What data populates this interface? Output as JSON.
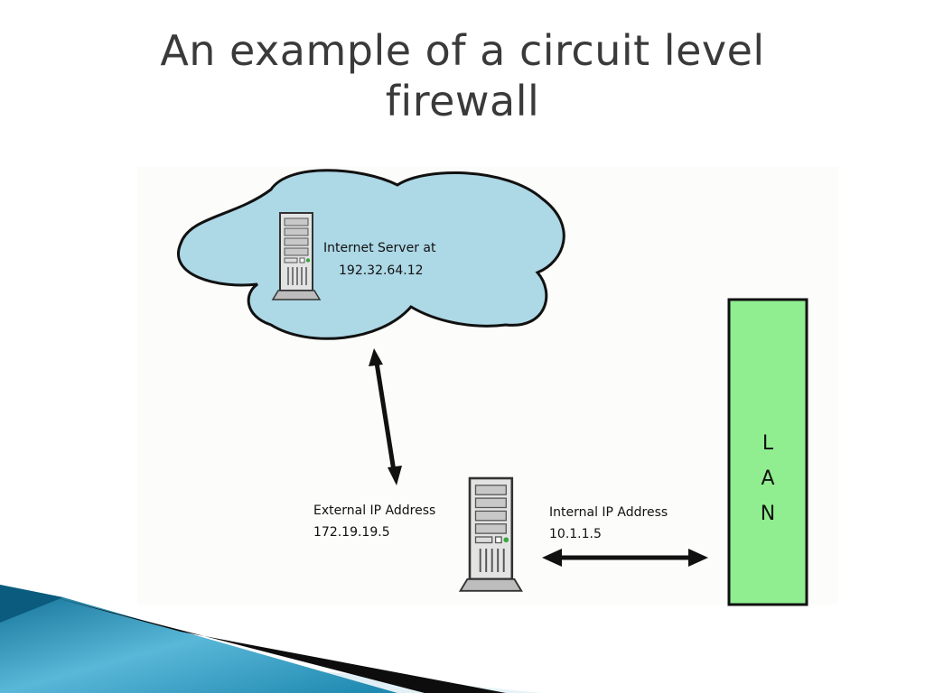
{
  "slide": {
    "title_line1": "An example of a circuit level",
    "title_line2": "firewall"
  },
  "diagram": {
    "server_label_line1": "Internet Server at",
    "server_label_line2": "192.32.64.12",
    "external_label_line1": "External IP Address",
    "external_label_line2": "172.19.19.5",
    "internal_label_line1": "Internal IP Address",
    "internal_label_line2": "10.1.1.5",
    "lan_letters": [
      "L",
      "A",
      "N"
    ]
  },
  "colors": {
    "cloud_fill": "#add8e6",
    "lan_fill": "#90ee90",
    "title": "#3a3a3a",
    "accent_blue": "#1f7fa6"
  }
}
